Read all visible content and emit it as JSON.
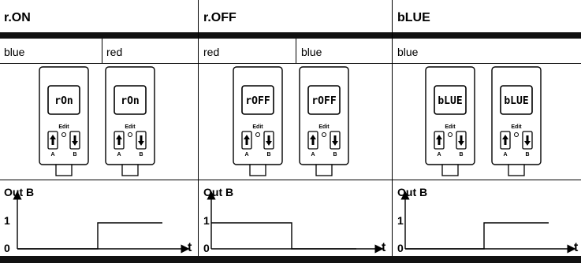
{
  "columns": [
    {
      "title": "r.ON",
      "colors": [
        "blue",
        "red"
      ],
      "displays": [
        "rOn",
        "rOn"
      ],
      "chart": {
        "label": "Out B",
        "y1": "1",
        "y0": "0",
        "t": "t"
      }
    },
    {
      "title": "r.OFF",
      "colors": [
        "red",
        "blue"
      ],
      "displays": [
        "rOFF",
        "rOFF"
      ],
      "chart": {
        "label": "Out B",
        "y1": "1",
        "y0": "0",
        "t": "t"
      }
    },
    {
      "title": "bLUE",
      "colors": [
        "blue"
      ],
      "displays": [
        "bLUE",
        "bLUE"
      ],
      "chart": {
        "label": "Out B",
        "y1": "1",
        "y0": "0",
        "t": "t"
      }
    }
  ],
  "device": {
    "button_label": "Edit",
    "key_a": "A",
    "key_b": "B"
  }
}
